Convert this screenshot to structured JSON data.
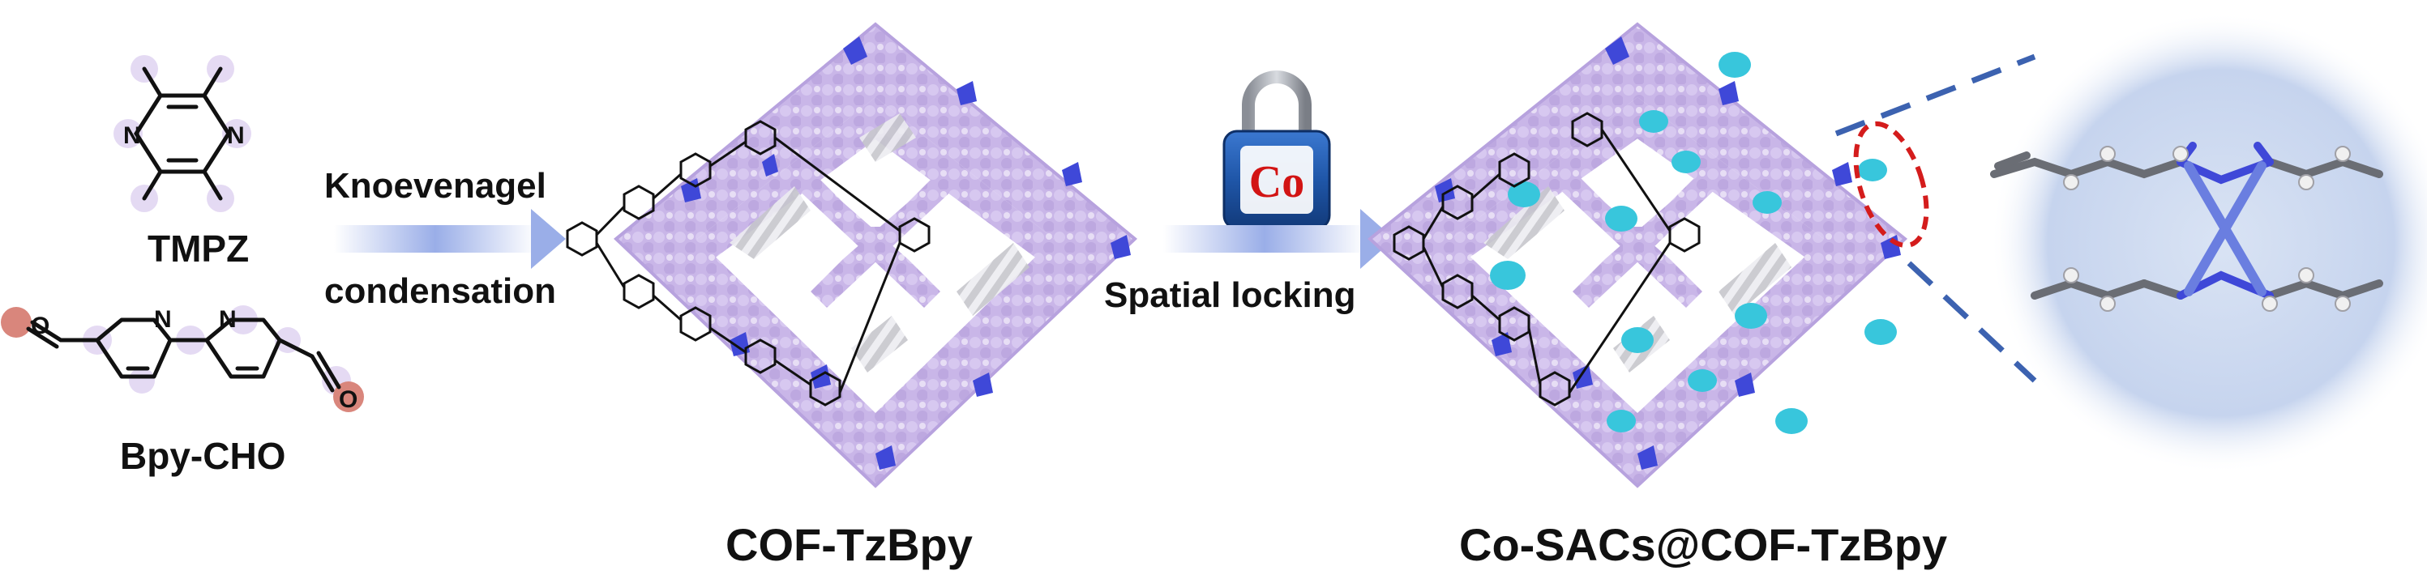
{
  "labels": {
    "monomer_1": "TMPZ",
    "monomer_2": "Bpy-CHO",
    "step_1_top": "Knoevenagel",
    "step_1_bottom": "condensation",
    "step_2": "Spatial locking",
    "product_1": "COF-TzBpy",
    "product_2": "Co-SACs@COF-TzBpy",
    "lock_element": "Co"
  },
  "atom_labels": {
    "nitrogen": "N",
    "oxygen": "O"
  },
  "colors": {
    "framework_lavender": "#cbb8ea",
    "framework_white": "#f4f4f6",
    "nitrogen_blue": "#3f48d8",
    "cobalt_cyan": "#38c6dc",
    "arrow_blue": "#9aaee8",
    "lock_blue": "#1f56a8",
    "lock_text_red": "#d21414",
    "zoom_circle": "#c9d6ec",
    "dashed_highlight": "#d41c1c",
    "dashed_line": "#3c62b0"
  },
  "icons": {
    "reaction_arrow_1": "right-arrow-icon",
    "reaction_arrow_2": "right-arrow-icon",
    "lock": "padlock-icon"
  }
}
